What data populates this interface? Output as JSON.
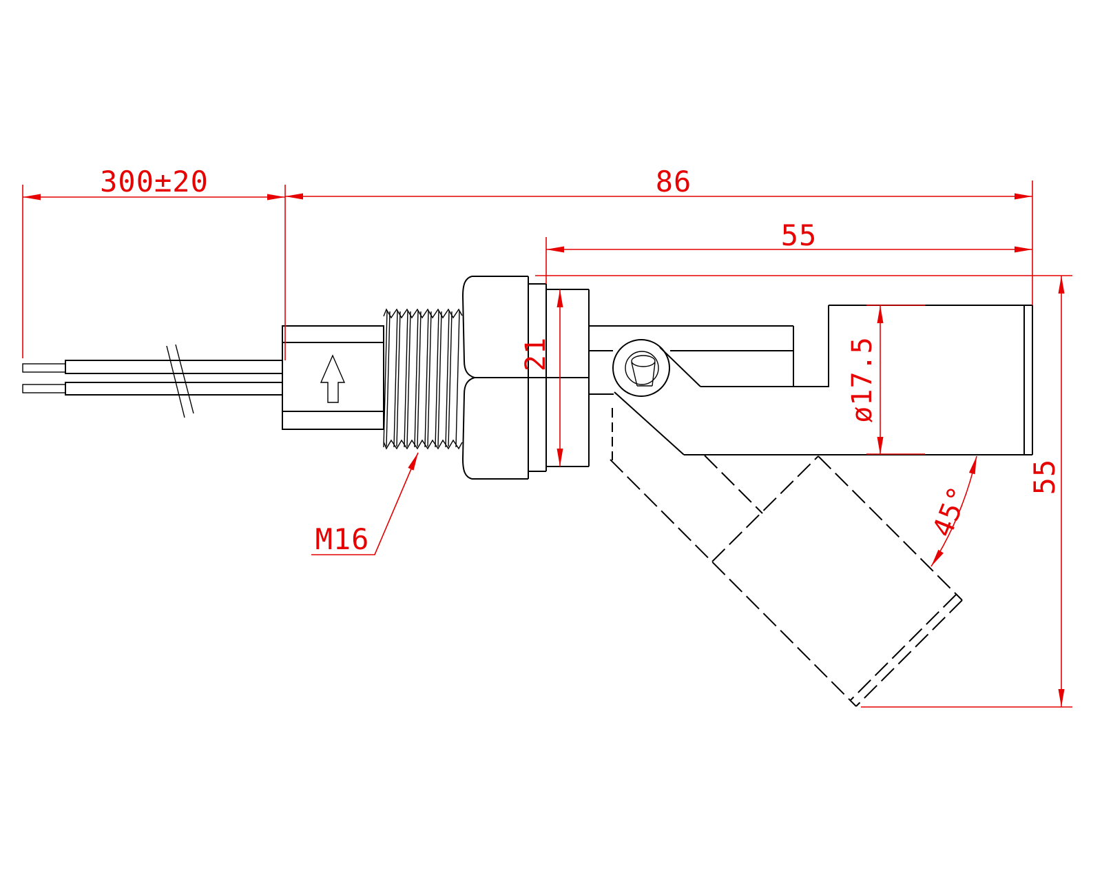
{
  "drawing": {
    "dimensions": {
      "cable_length": "300±20",
      "total_length": "86",
      "stem_length": "55",
      "flange_height": "21",
      "float_diameter": "ø17.5",
      "overall_height": "55",
      "float_angle": "45°"
    },
    "labels": {
      "thread_spec": "M16"
    },
    "colors": {
      "dimension_red": "#e60000",
      "outline_black": "#000000",
      "background": "#ffffff"
    }
  }
}
